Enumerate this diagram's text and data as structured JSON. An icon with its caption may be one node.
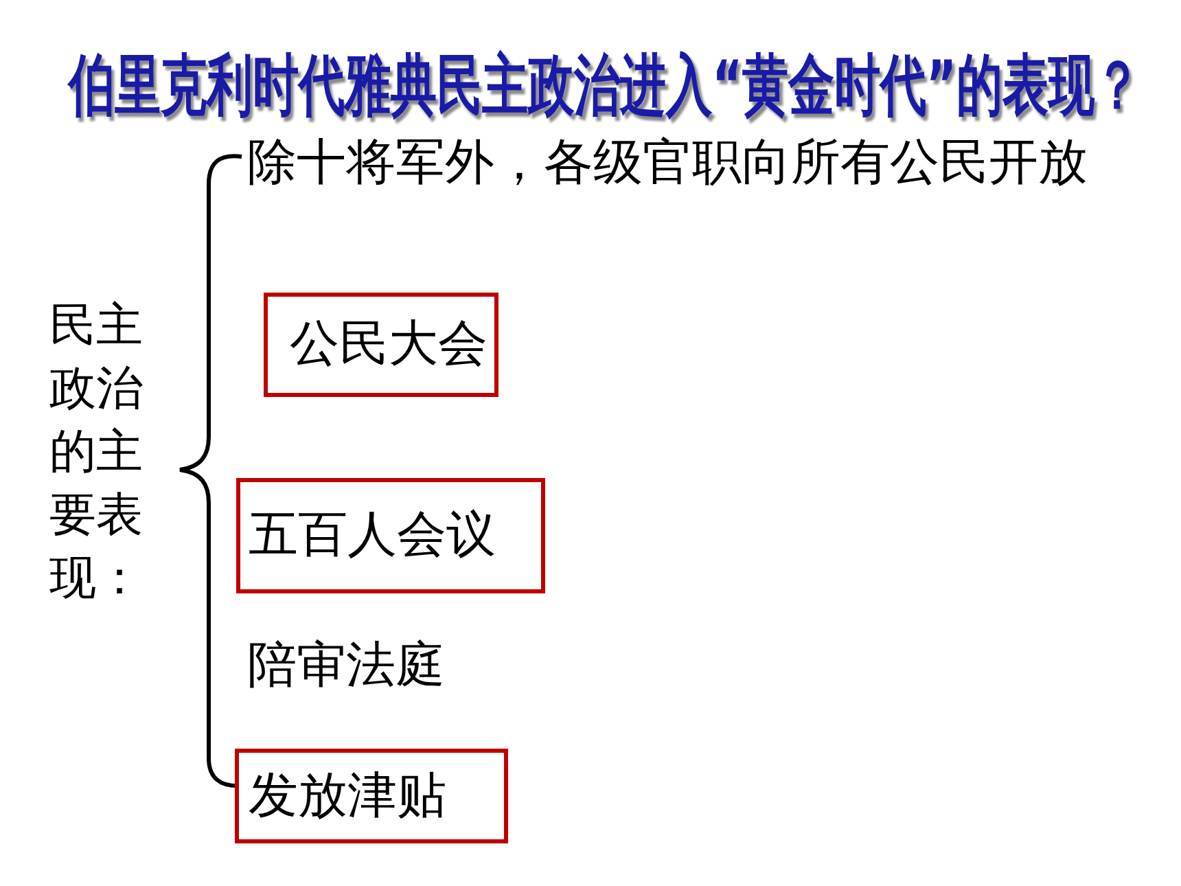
{
  "diagram": {
    "title": "伯里克利时代雅典民主政治进入“黄金时代”的表现？",
    "nodes": [
      {
        "text": [
          "公民大会"
        ]
      },
      {
        "text": [
          "五百人会议"
        ]
      },
      {
        "text": [
          "发放津贴"
        ]
      }
    ],
    "labels": [
      "民主政治的主要表现：",
      "除十将军外，各级官职向所有公民开放",
      "陪审法庭"
    ]
  }
}
